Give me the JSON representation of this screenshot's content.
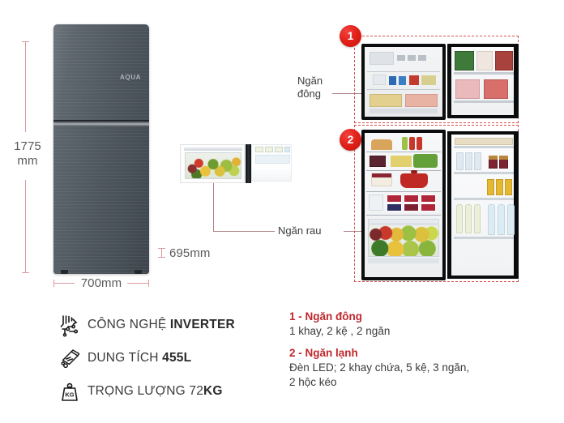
{
  "product": {
    "brand_logo": "AQUA",
    "type": "refrigerator-spec-sheet"
  },
  "dimensions": {
    "height_label_line1": "1775",
    "height_label_line2": "mm",
    "width_label": "700mm",
    "depth_label": "695mm"
  },
  "callouts": [
    {
      "id": "freezer",
      "line1": "Ngăn",
      "line2": "đông"
    },
    {
      "id": "crisper",
      "text": "Ngăn rau"
    }
  ],
  "badges": [
    {
      "id": "badge-1",
      "number": "1"
    },
    {
      "id": "badge-2",
      "number": "2"
    }
  ],
  "specs": [
    {
      "icon": "inverter-icon",
      "label_plain": "CÔNG NGHỆ ",
      "label_bold": "INVERTER"
    },
    {
      "icon": "capacity-icon",
      "label_plain": "DUNG TÍCH ",
      "label_bold": "455L"
    },
    {
      "icon": "weight-icon",
      "icon_text": "KG",
      "label_plain": "TRỌNG LƯỢNG 72",
      "label_bold": "KG"
    }
  ],
  "details": [
    {
      "heading": "1 - Ngăn đông",
      "body": "1 khay, 2 kệ , 2 ngăn"
    },
    {
      "heading": "2 - Ngăn lạnh",
      "body_line1": "Đèn LED; 2 khay chứa, 5 kệ, 3 ngăn,",
      "body_line2": "2 hộc kéo"
    }
  ],
  "colors": {
    "accent_red": "#C0272D",
    "badge_red": "#E2231A",
    "dimension_pink": "#D99A9E",
    "leader_line": "#B08286",
    "body_text": "#3B3B3B",
    "fridge_body": "#4E565E"
  }
}
